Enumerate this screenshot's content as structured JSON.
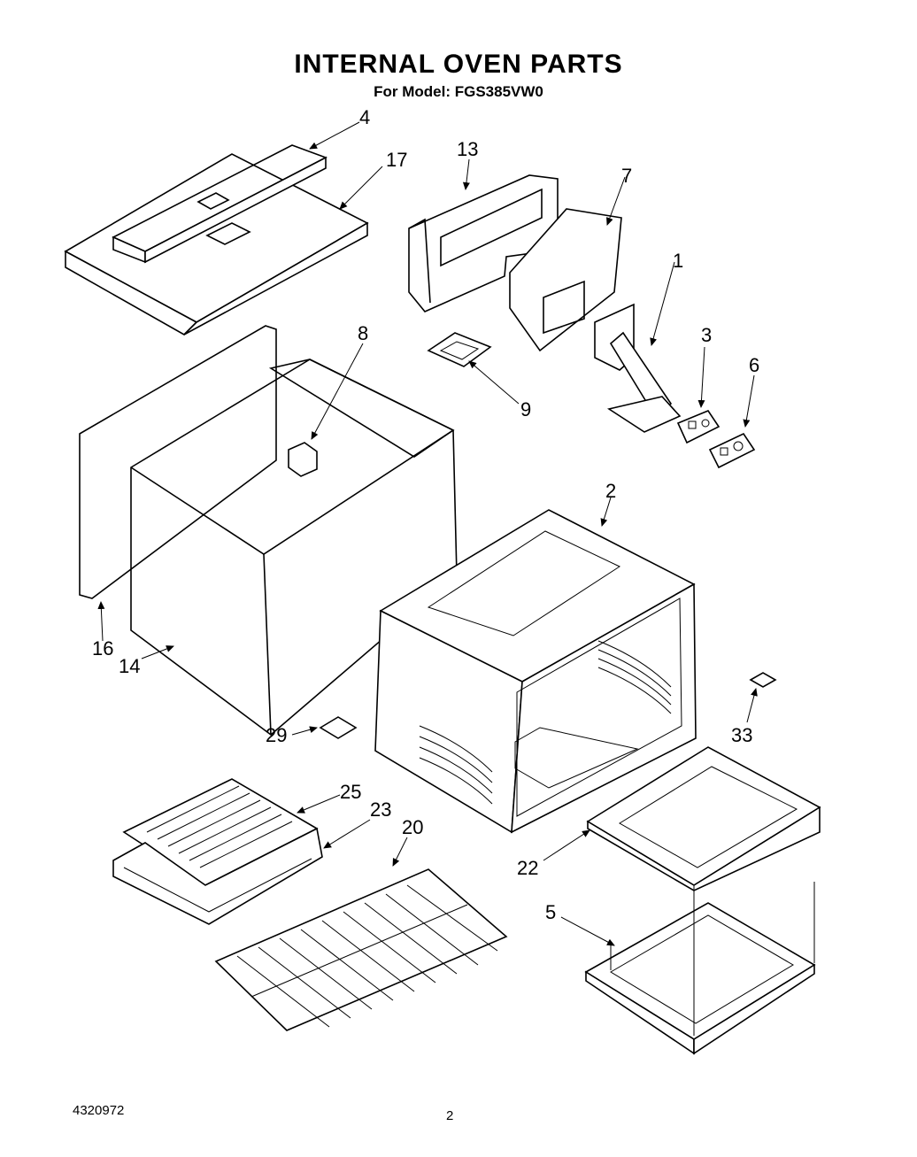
{
  "header": {
    "title": "INTERNAL OVEN PARTS",
    "model": "For Model: FGS385VW0"
  },
  "footer": {
    "doc_number": "4320972",
    "page_number": "2"
  },
  "callouts": [
    {
      "number": "4",
      "part": "insulation-top-strip"
    },
    {
      "number": "17",
      "part": "insulation-top"
    },
    {
      "number": "13",
      "part": "vent-duct"
    },
    {
      "number": "7",
      "part": "vent-shield"
    },
    {
      "number": "1",
      "part": "vent-tube"
    },
    {
      "number": "3",
      "part": "gasket"
    },
    {
      "number": "6",
      "part": "gasket"
    },
    {
      "number": "8",
      "part": "bracket"
    },
    {
      "number": "9",
      "part": "gasket"
    },
    {
      "number": "2",
      "part": "oven-cavity"
    },
    {
      "number": "16",
      "part": "insulation-side"
    },
    {
      "number": "14",
      "part": "insulation-wrap"
    },
    {
      "number": "29",
      "part": "clip"
    },
    {
      "number": "33",
      "part": "clip"
    },
    {
      "number": "25",
      "part": "broiler-grid"
    },
    {
      "number": "23",
      "part": "broiler-pan"
    },
    {
      "number": "20",
      "part": "oven-rack"
    },
    {
      "number": "22",
      "part": "oven-bottom"
    },
    {
      "number": "5",
      "part": "burner-box"
    }
  ]
}
